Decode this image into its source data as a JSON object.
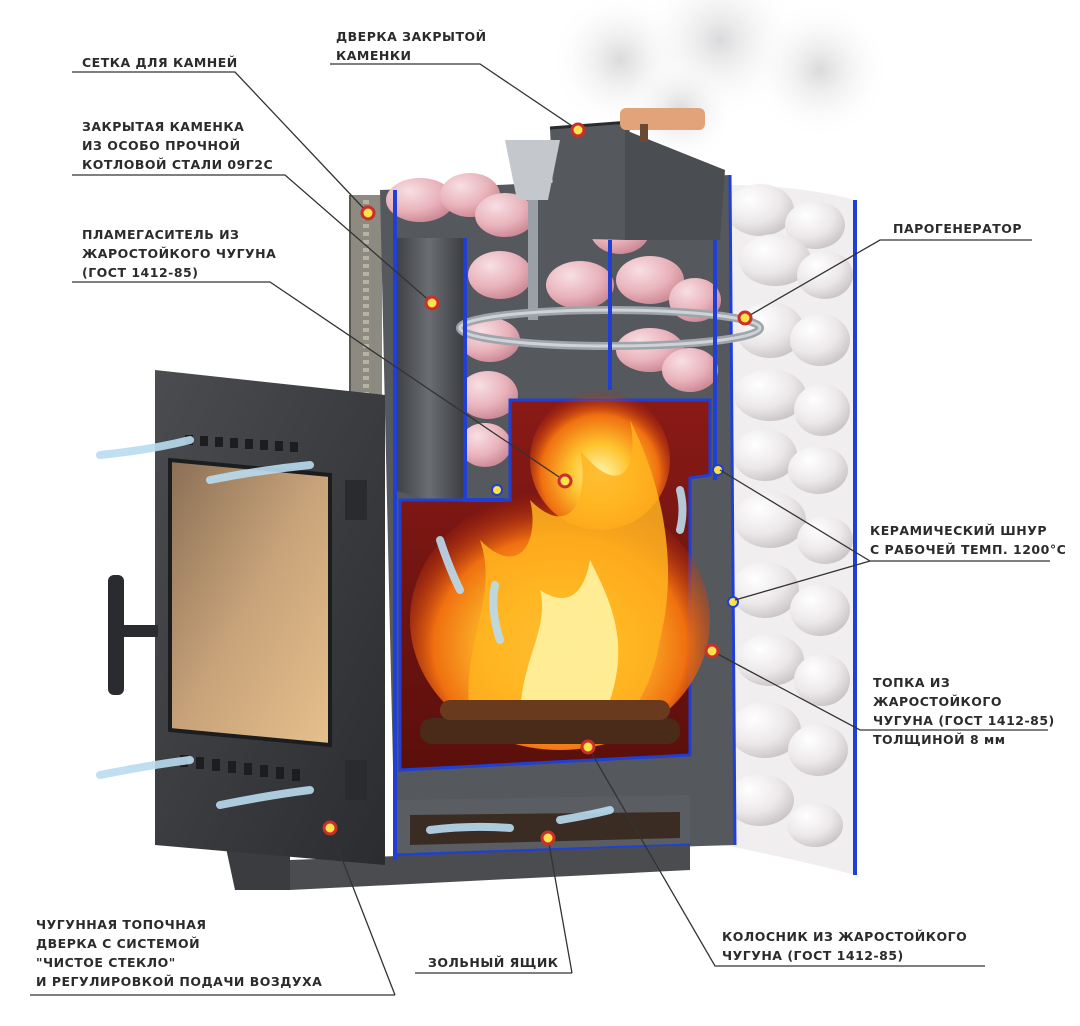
{
  "labels": {
    "stone_mesh": {
      "lines": [
        "СЕТКА ДЛЯ КАМНЕЙ"
      ]
    },
    "closed_door": {
      "lines": [
        "ДВЕРКА ЗАКРЫТОЙ",
        "КАМЕНКИ"
      ]
    },
    "closed_heater": {
      "lines": [
        "ЗАКРЫТАЯ КАМЕНКА",
        "ИЗ ОСОБО ПРОЧНОЙ",
        "КОТЛОВОЙ СТАЛИ 09Г2С"
      ]
    },
    "flame_damper": {
      "lines": [
        "ПЛАМЕГАСИТЕЛЬ ИЗ",
        "ЖАРОСТОЙКОГО ЧУГУНА",
        "(ГОСТ 1412-85)"
      ]
    },
    "steam_generator": {
      "lines": [
        "ПАРОГЕНЕРАТОР"
      ]
    },
    "ceramic_cord": {
      "lines": [
        "КЕРАМИЧЕСКИЙ ШНУР",
        "С РАБОЧЕЙ ТЕМП. 1200°С"
      ]
    },
    "firebox": {
      "lines": [
        "ТОПКА ИЗ",
        "ЖАРОСТОЙКОГО",
        "ЧУГУНА (ГОСТ 1412-85)",
        "ТОЛЩИНОЙ 8 мм"
      ]
    },
    "grate": {
      "lines": [
        "КОЛОСНИК ИЗ ЖАРОСТОЙКОГО",
        "ЧУГУНА (ГОСТ 1412-85)"
      ]
    },
    "ash_box": {
      "lines": [
        "ЗОЛЬНЫЙ ЯЩИК"
      ]
    },
    "fire_door": {
      "lines": [
        "ЧУГУННАЯ ТОПОЧНАЯ",
        "ДВЕРКА С СИСТЕМОЙ",
        "\"ЧИСТОЕ СТЕКЛО\"",
        "И РЕГУЛИРОВКОЙ ПОДАЧИ ВОЗДУХА"
      ]
    }
  },
  "colors": {
    "text": "#2b2b2b",
    "leader_line": "#333333",
    "callout_dot": "#ffe14a",
    "callout_ring": "#c9302c",
    "seal_blue": "#1f3fd6",
    "body_metal": "#4b4e53",
    "firebox_red": "#7a1614",
    "stone_pink": "#e9b8bf"
  }
}
